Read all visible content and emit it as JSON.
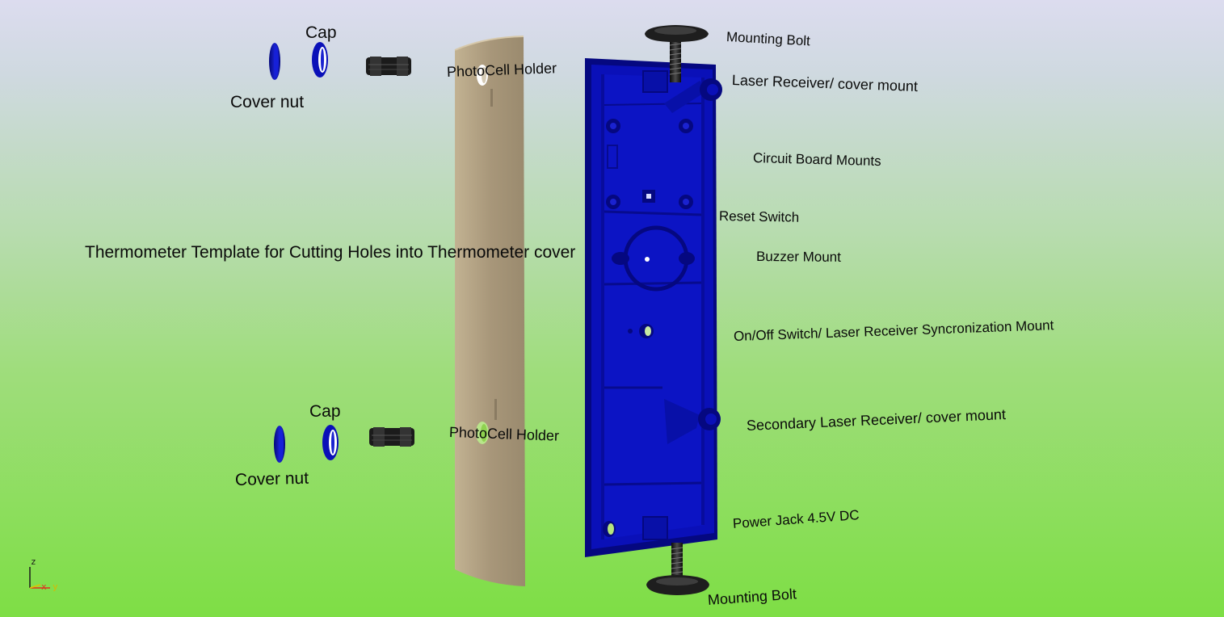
{
  "labels": {
    "cap_top": "Cap",
    "cover_nut_top": "Cover nut",
    "photocell_holder_top": "PhotoCell Holder",
    "cap_bottom": "Cap",
    "cover_nut_bottom": "Cover nut",
    "photocell_holder_bottom": "PhotoCell Holder",
    "template_caption": "Thermometer Template for Cutting Holes into Thermometer cover",
    "mounting_bolt_top": "Mounting Bolt",
    "laser_receiver": "Laser Receiver/ cover mount",
    "circuit_board_mounts": "Circuit Board Mounts",
    "reset_switch": "Reset Switch",
    "buzzer_mount": "Buzzer Mount",
    "on_off_switch": "On/Off Switch/ Laser Receiver Syncronization Mount",
    "secondary_laser_receiver": "Secondary Laser Receiver/ cover mount",
    "power_jack": "Power Jack 4.5V DC",
    "mounting_bolt_bottom": "Mounting Bolt"
  },
  "axis_triad": {
    "z": "z",
    "x": "x",
    "y": "y"
  },
  "colors": {
    "housing_blue": "#0a10b8",
    "housing_dark": "#050880",
    "template_tan": "#a8977a",
    "bolt_black": "#1c1c1c"
  }
}
